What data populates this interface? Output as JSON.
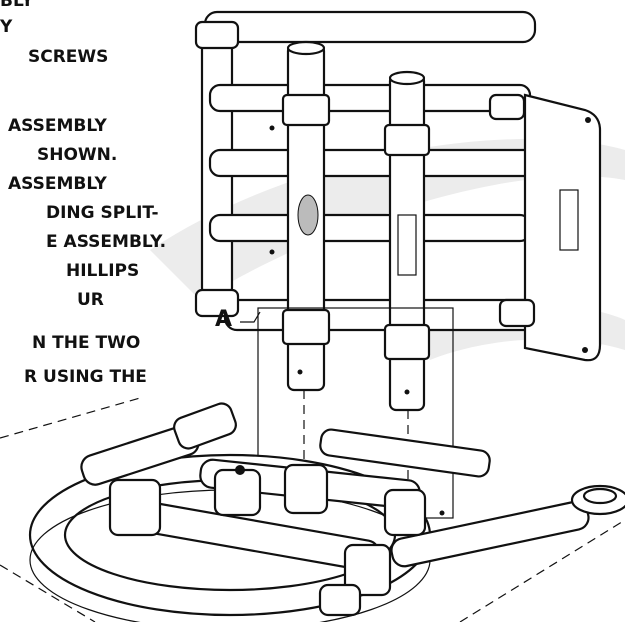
{
  "instructions": {
    "lines": [
      "BLY",
      "Y",
      "SCREWS",
      "ASSEMBLY",
      "SHOWN.",
      "ASSEMBLY",
      "DING SPLIT-",
      "E ASSEMBLY.",
      "HILLIPS",
      "UR",
      "N THE TWO",
      "R USING THE"
    ]
  },
  "callout": {
    "label": "A"
  },
  "colors": {
    "ink": "#111111",
    "background": "#ffffff",
    "swoosh": "#ececec"
  }
}
